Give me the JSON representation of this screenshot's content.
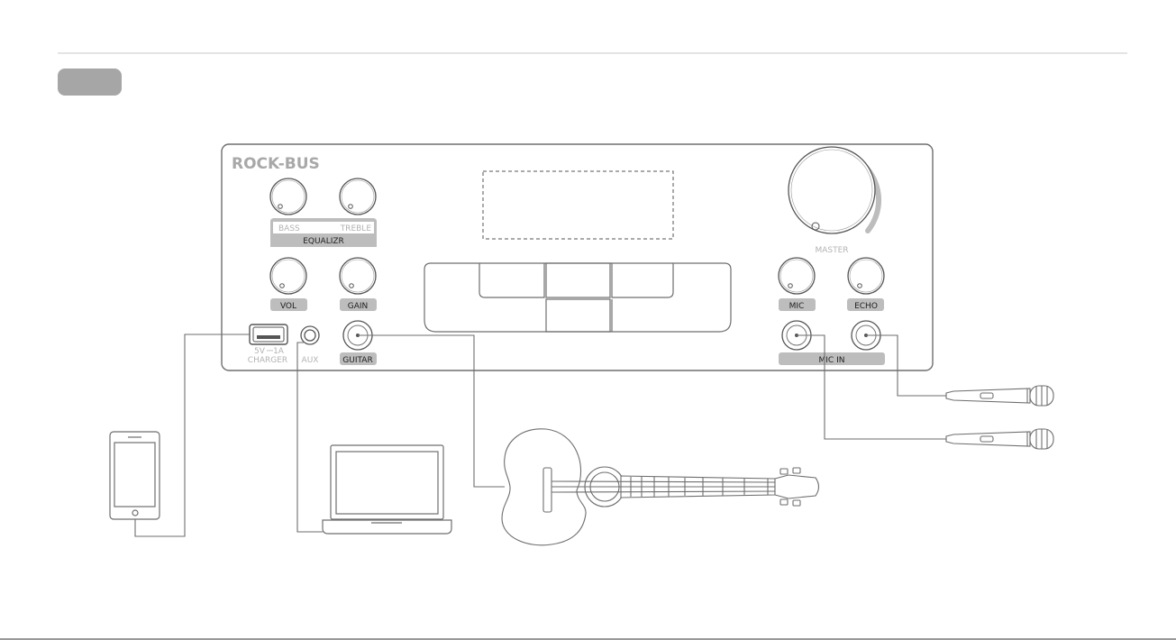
{
  "device": {
    "brand": "ROCK-BUS",
    "equalizer": {
      "label": "EQUALIZR",
      "bass": "BASS",
      "treble": "TREBLE"
    },
    "knobs": {
      "vol": "VOL",
      "gain": "GAIN",
      "mic": "MIC",
      "echo": "ECHO",
      "master": "MASTER"
    },
    "ports": {
      "usb_rating": "5V",
      "usb_current": "1A",
      "charger": "CHARGER",
      "aux": "AUX",
      "guitar": "GUITAR",
      "mic_in": "MIC IN"
    }
  },
  "devices": [
    "smartphone-icon",
    "laptop-icon",
    "acoustic-guitar-icon",
    "microphone-icon"
  ],
  "colors": {
    "outline": "#6e6e6e",
    "badge": "#bdbdbd",
    "tab": "#a6a6a6",
    "header_rule": "#c8c8c8",
    "master_ring": "#bdbdbd"
  }
}
